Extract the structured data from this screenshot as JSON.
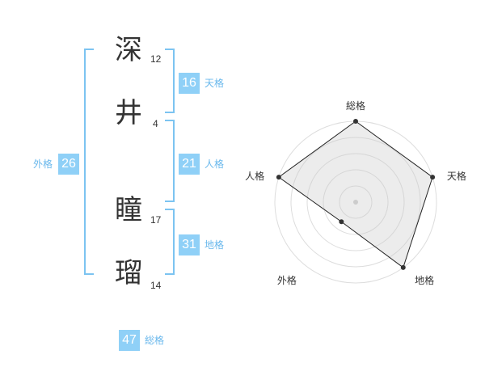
{
  "name": {
    "chars": [
      {
        "char": "深",
        "strokes": "12"
      },
      {
        "char": "井",
        "strokes": "4"
      },
      {
        "char": "瞳",
        "strokes": "17"
      },
      {
        "char": "瑠",
        "strokes": "14"
      }
    ]
  },
  "scores": {
    "tenkaku": {
      "value": "16",
      "label": "天格"
    },
    "jinkaku": {
      "value": "21",
      "label": "人格"
    },
    "chikaku": {
      "value": "31",
      "label": "地格"
    },
    "gaikaku": {
      "value": "26",
      "label": "外格"
    },
    "soukaku": {
      "value": "47",
      "label": "総格"
    }
  },
  "colors": {
    "accent": "#8fd0f7",
    "bracket": "#7cc4f1",
    "label": "#6ab8ec"
  },
  "chart_data": {
    "type": "radar",
    "axes": [
      "総格",
      "天格",
      "地格",
      "外格",
      "人格"
    ],
    "levels": 5,
    "range": [
      0,
      5
    ],
    "values": [
      5,
      5,
      5,
      1.5,
      5
    ]
  }
}
